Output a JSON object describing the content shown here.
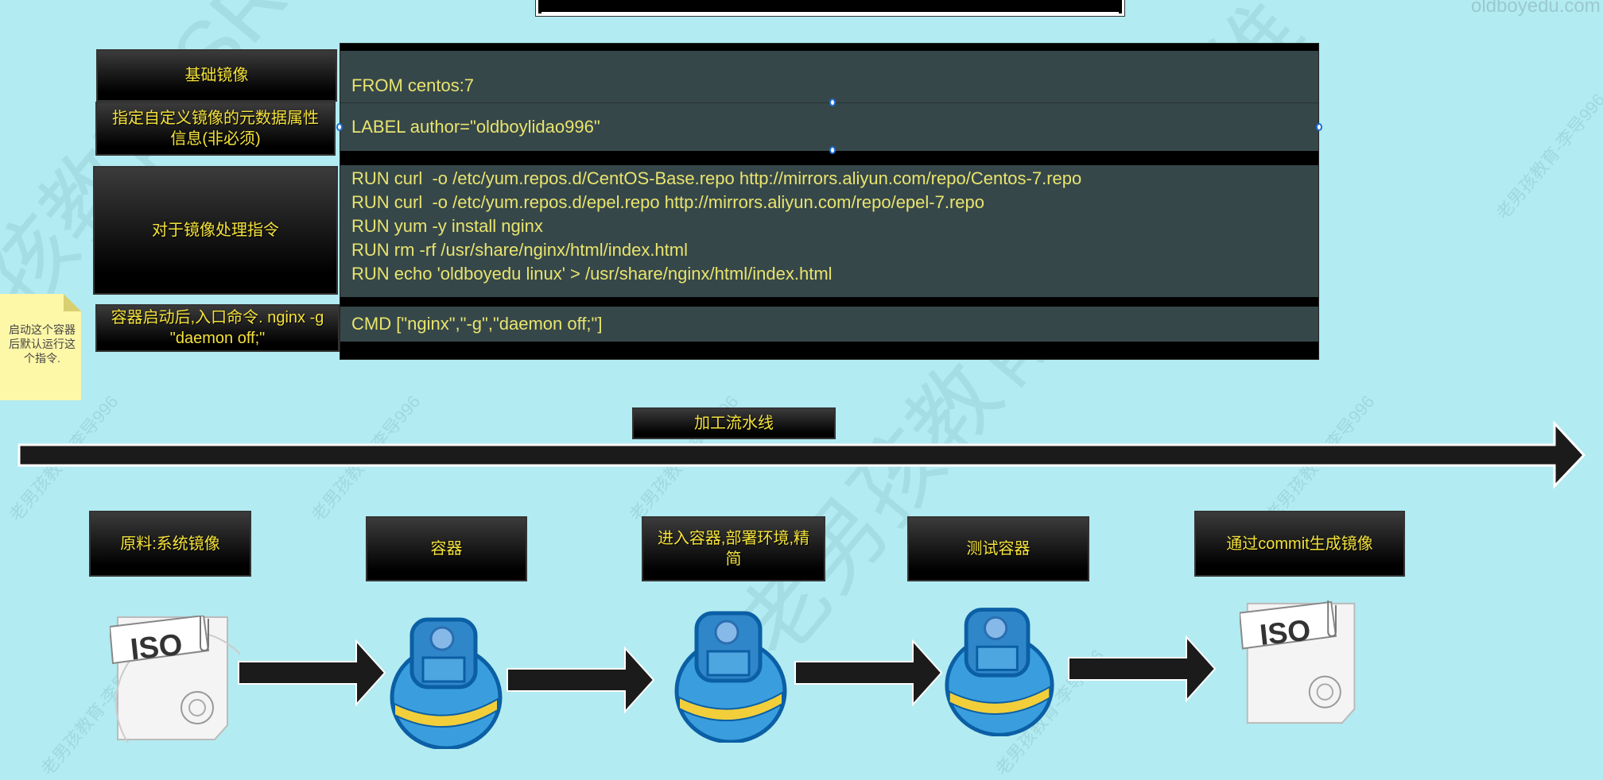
{
  "watermarks": {
    "small": "老男孩教育-李导996",
    "big": "老男孩教育-SRE运维",
    "site": "oldboyedu.com"
  },
  "dockerfile": {
    "rows": [
      {
        "label": "基础镜像",
        "lines": [
          "FROM centos:7"
        ]
      },
      {
        "label": "指定自定义镜像的元数据属性信息(非必须)",
        "lines": [
          "LABEL author=\"oldboylidao996\""
        ]
      },
      {
        "label": "对于镜像处理指令",
        "lines": [
          "RUN curl  -o /etc/yum.repos.d/CentOS-Base.repo http://mirrors.aliyun.com/repo/Centos-7.repo",
          "RUN curl  -o /etc/yum.repos.d/epel.repo http://mirrors.aliyun.com/repo/epel-7.repo",
          "RUN yum -y install nginx",
          "RUN rm -rf /usr/share/nginx/html/index.html",
          "RUN echo 'oldboyedu linux' > /usr/share/nginx/html/index.html"
        ]
      },
      {
        "label": "容器启动后,入口命令. nginx -g \"daemon off;\"",
        "lines": [
          "CMD [\"nginx\",\"-g\",\"daemon off;\"]"
        ]
      }
    ]
  },
  "note": {
    "text": "启动这个容器后默认运行这个指令."
  },
  "pipeline": {
    "title": "加工流水线",
    "steps": [
      {
        "label": "原料:系统镜像",
        "icon": "iso-disc-icon"
      },
      {
        "label": "容器",
        "icon": "container-icon"
      },
      {
        "label": "进入容器,部署环境,精简",
        "icon": "container-icon"
      },
      {
        "label": "测试容器",
        "icon": "container-icon"
      },
      {
        "label": "通过commit生成镜像",
        "icon": "iso-disc-icon"
      }
    ],
    "iso_text": "ISO"
  },
  "colors": {
    "background": "#b2ebf1",
    "label_text": "#f4e23a",
    "code_text": "#e8e46e",
    "code_bg": "#36474a"
  }
}
